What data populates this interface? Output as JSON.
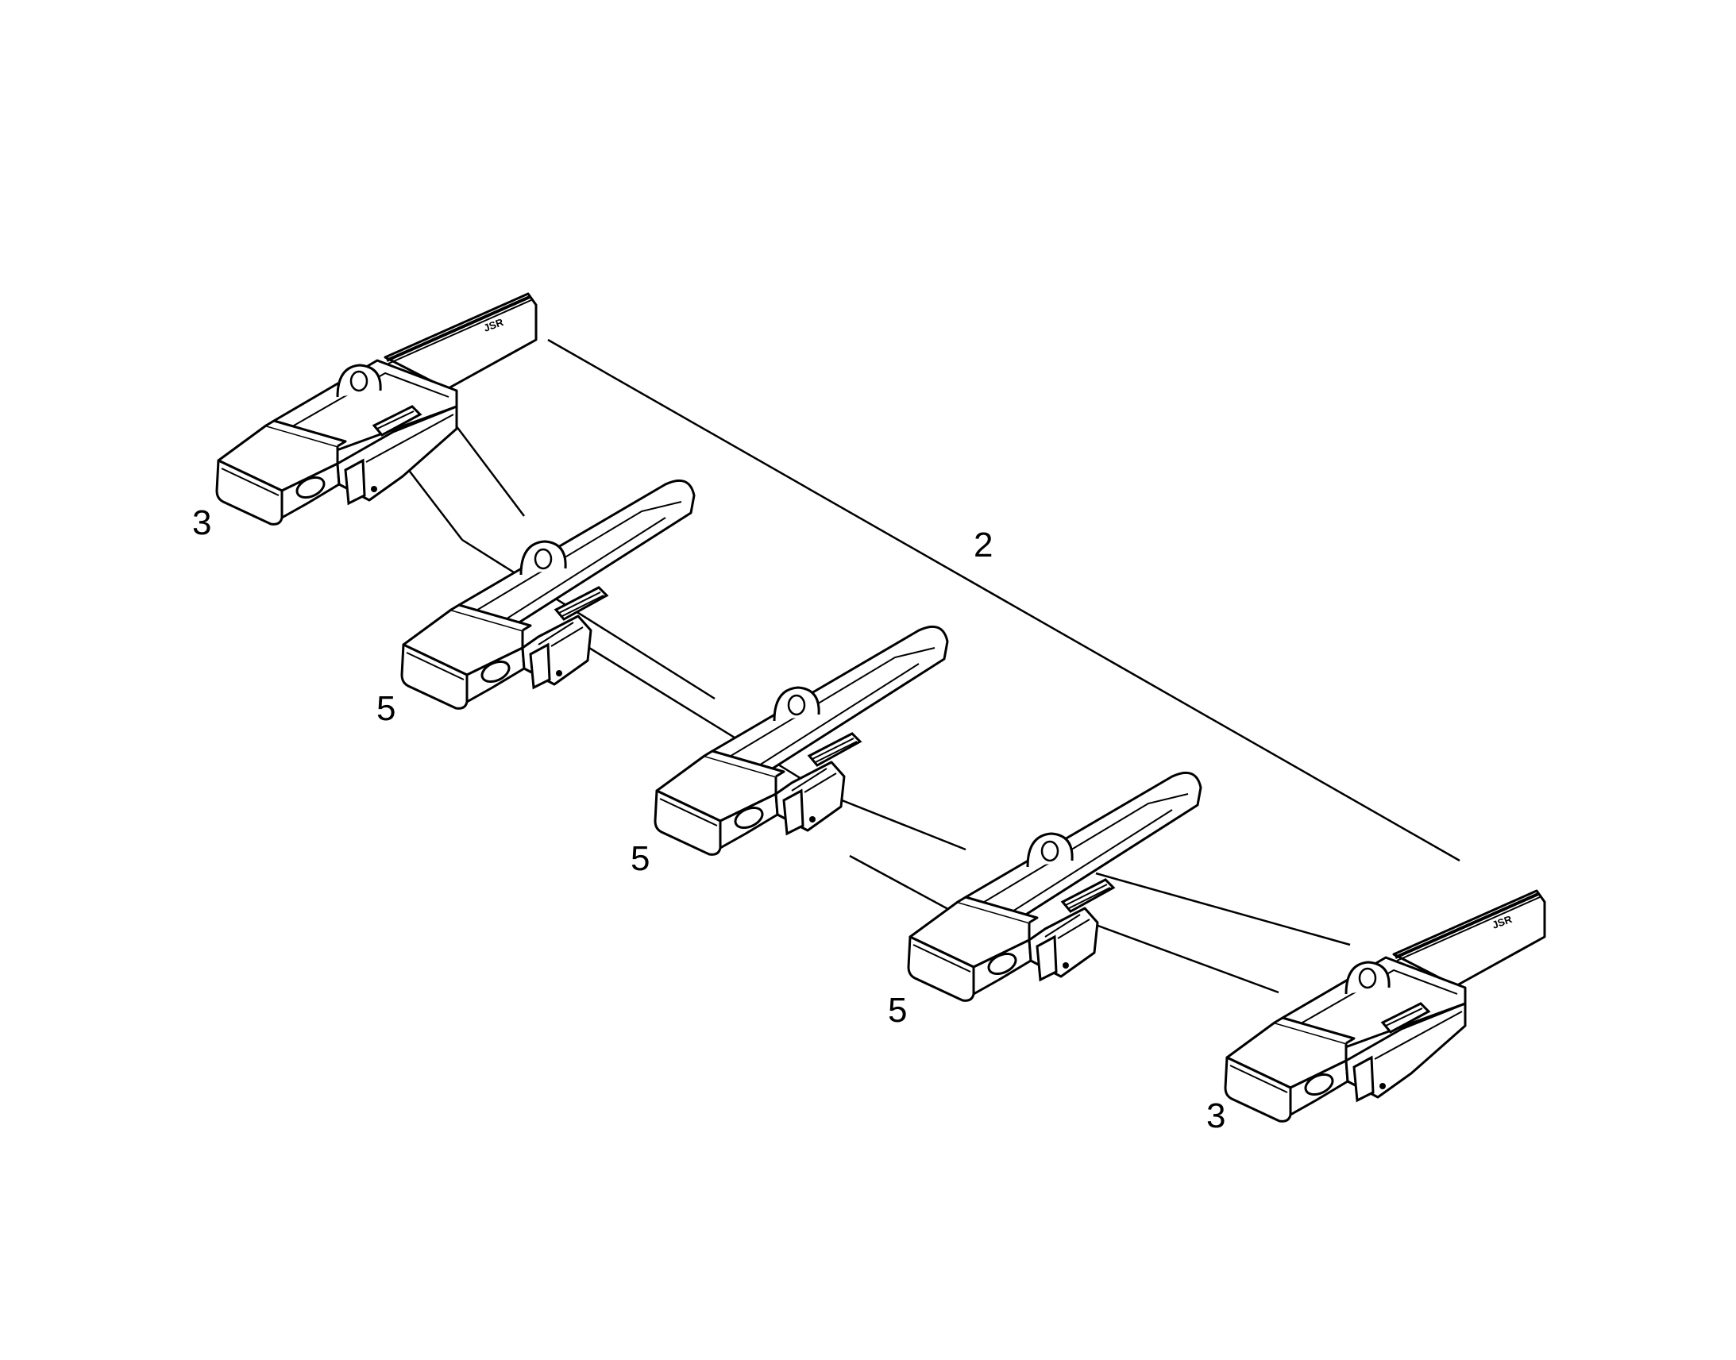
{
  "callouts": {
    "item_3_left": "3",
    "item_5_first": "5",
    "item_2_lip": "2",
    "item_5_second": "5",
    "item_5_third": "5",
    "item_3_right": "3"
  },
  "colors": {
    "line": "#000000",
    "fill": "#ffffff"
  }
}
